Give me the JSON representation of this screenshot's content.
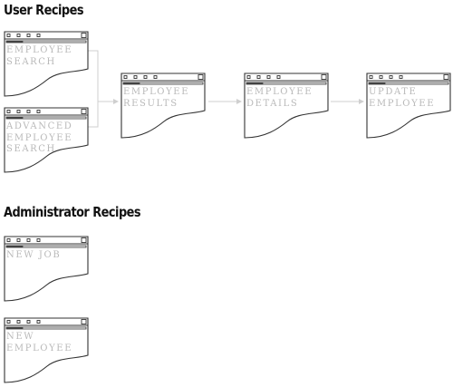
{
  "sections": {
    "user": {
      "title": "User Recipes"
    },
    "admin": {
      "title": "Administrator Recipes"
    }
  },
  "cards": {
    "employee_search": {
      "lines": [
        "EMPLOYEE",
        "SEARCH"
      ]
    },
    "advanced_search": {
      "lines": [
        "ADVANCED",
        "EMPLOYEE",
        "SEARCH"
      ]
    },
    "employee_results": {
      "lines": [
        "EMPLOYEE",
        "RESULTS"
      ]
    },
    "employee_details": {
      "lines": [
        "EMPLOYEE",
        "DETAILS"
      ]
    },
    "update_employee": {
      "lines": [
        "UPDATE",
        "EMPLOYEE"
      ]
    },
    "new_job": {
      "lines": [
        "NEW JOB"
      ]
    },
    "new_employee": {
      "lines": [
        "NEW",
        "EMPLOYEE"
      ]
    }
  },
  "colors": {
    "outline": "#333333",
    "label": "#b9b9b9",
    "connector": "#cfcfcf"
  }
}
